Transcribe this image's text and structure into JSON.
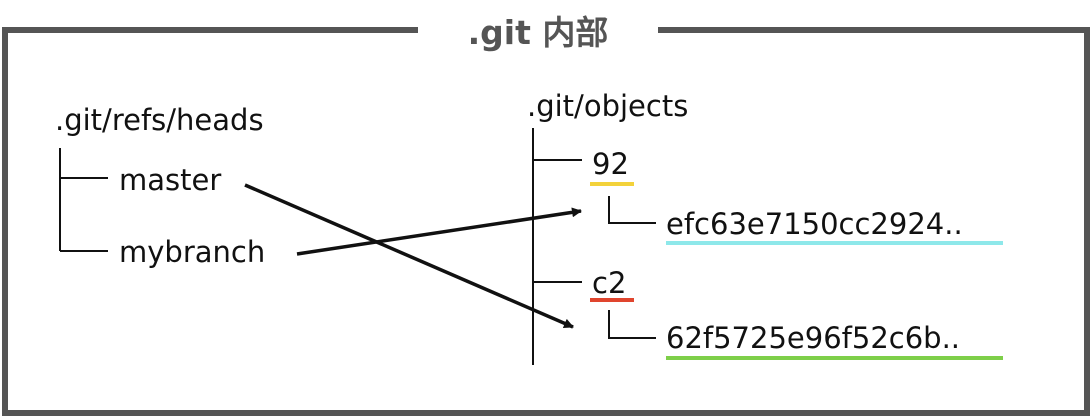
{
  "frame": {
    "title": ".git 内部"
  },
  "refs": {
    "path": ".git/refs/heads",
    "branches": [
      "master",
      "mybranch"
    ]
  },
  "objects": {
    "path": ".git/objects",
    "dirs": [
      {
        "name": "92",
        "file": "efc63e7150cc2924..",
        "dir_underline_color": "#f3d23a",
        "file_underline_color": "#8ee8ea"
      },
      {
        "name": "c2",
        "file": "62f5725e96f52c6b..",
        "dir_underline_color": "#e0452e",
        "file_underline_color": "#7ecf49"
      }
    ]
  },
  "links": [
    {
      "from": "master",
      "to": "c2"
    },
    {
      "from": "mybranch",
      "to": "92"
    }
  ],
  "colors": {
    "frame": "#555555",
    "ink": "#111111",
    "background": "#ffffff"
  }
}
